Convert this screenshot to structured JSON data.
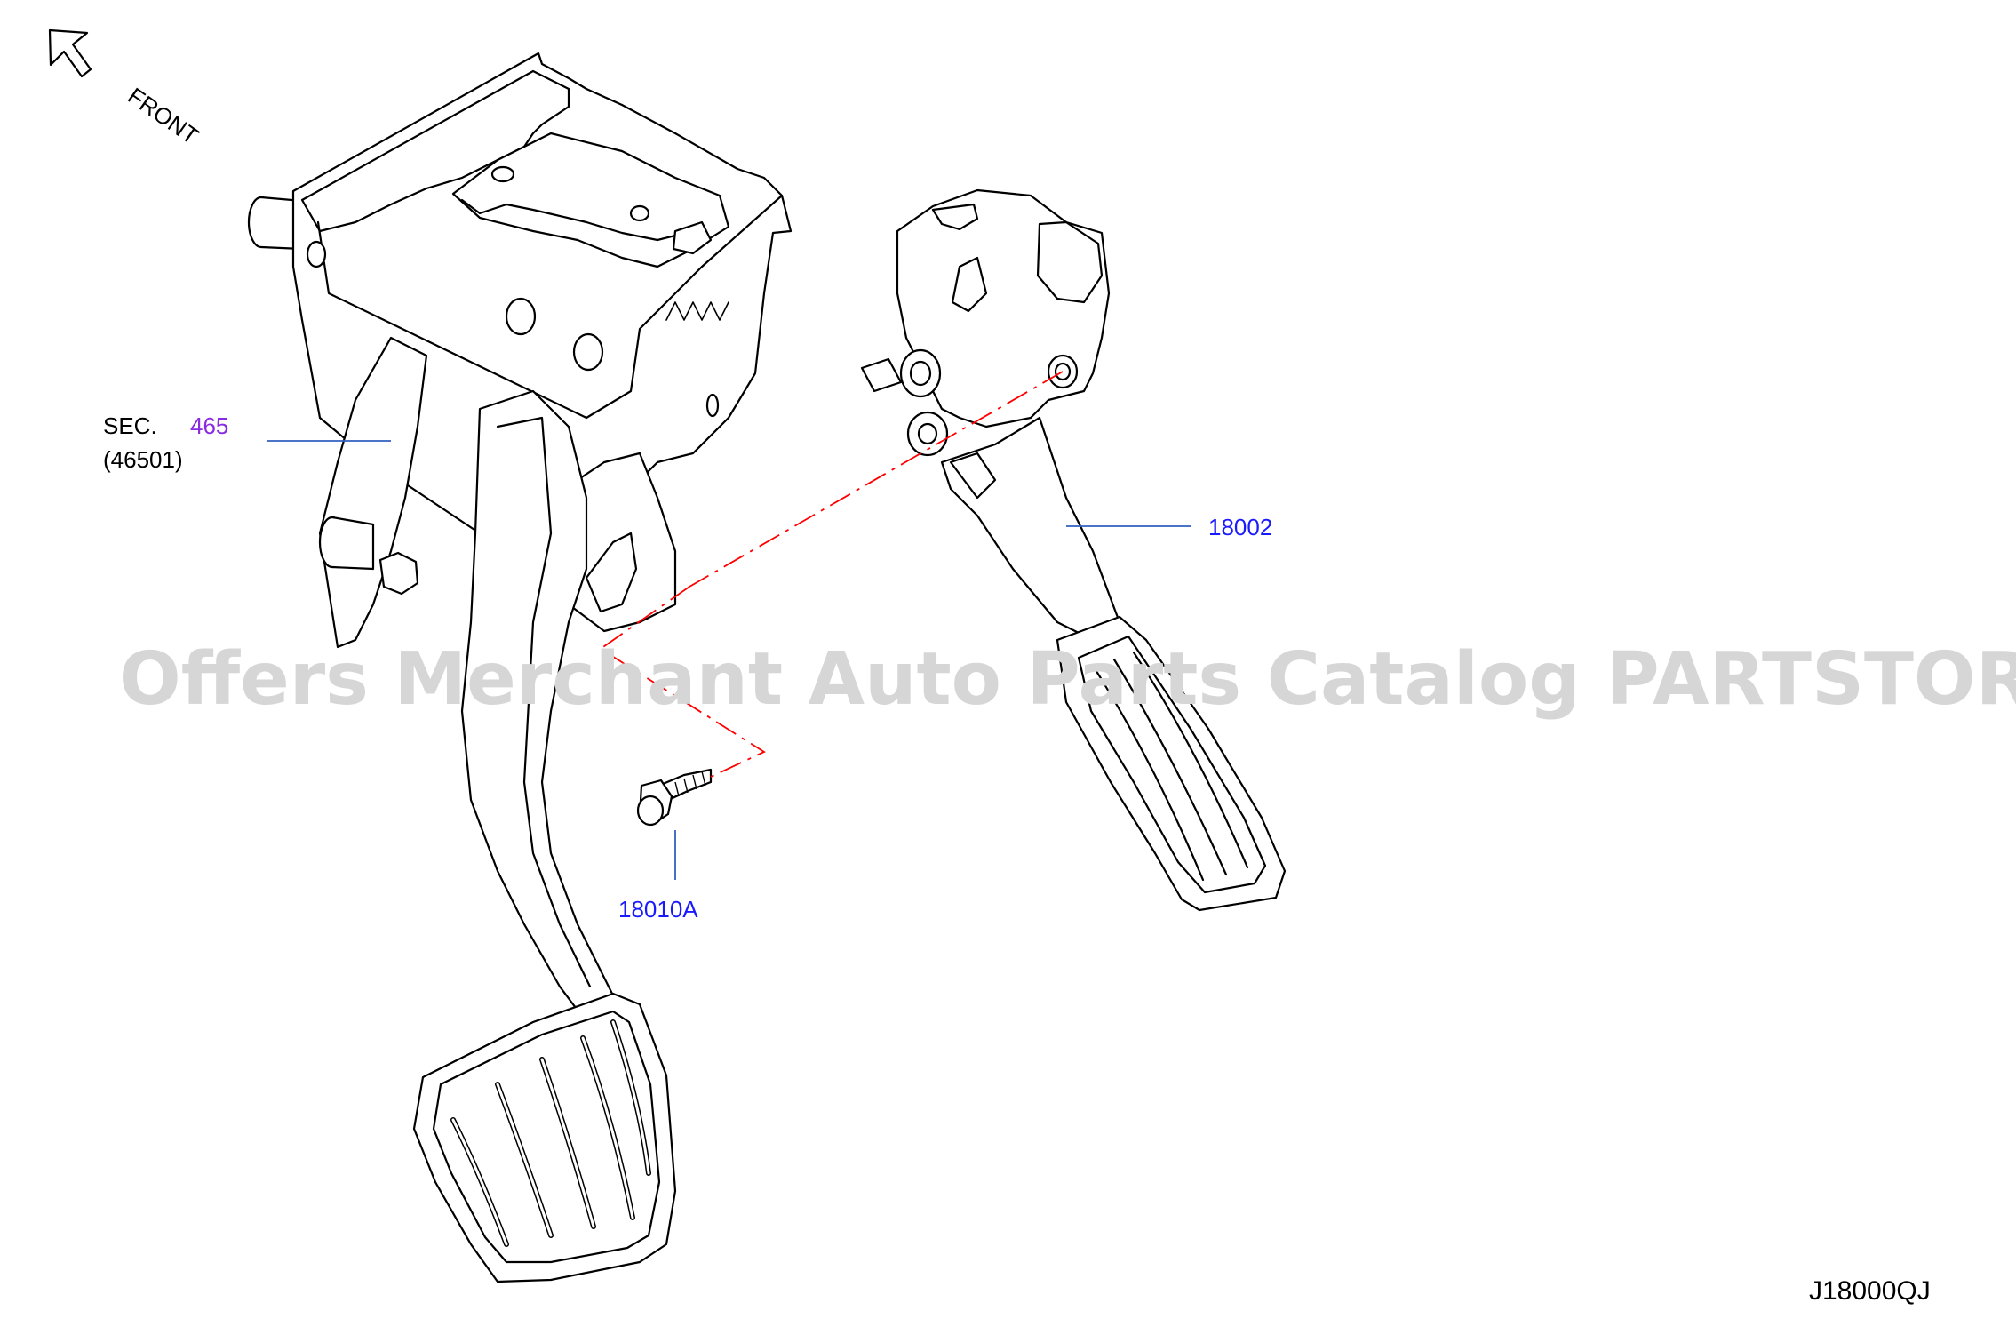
{
  "diagram": {
    "orientation_label": "FRONT",
    "section_ref": {
      "prefix": "SEC.",
      "number": "465",
      "subcode": "(46501)"
    },
    "callouts": {
      "accelerator_pedal": "18002",
      "bolt": "18010A"
    },
    "drawing_code": "J18000QJ",
    "watermark": "Offers Merchant Auto Parts Catalog PARTSTORE.SA",
    "colors": {
      "line_art": "#000000",
      "callout_text": "#1a1aff",
      "section_number": "#8a2be2",
      "leader_line": "#3060c0",
      "phantom_line": "#ff0000",
      "watermark": "#d6d6d6"
    }
  }
}
